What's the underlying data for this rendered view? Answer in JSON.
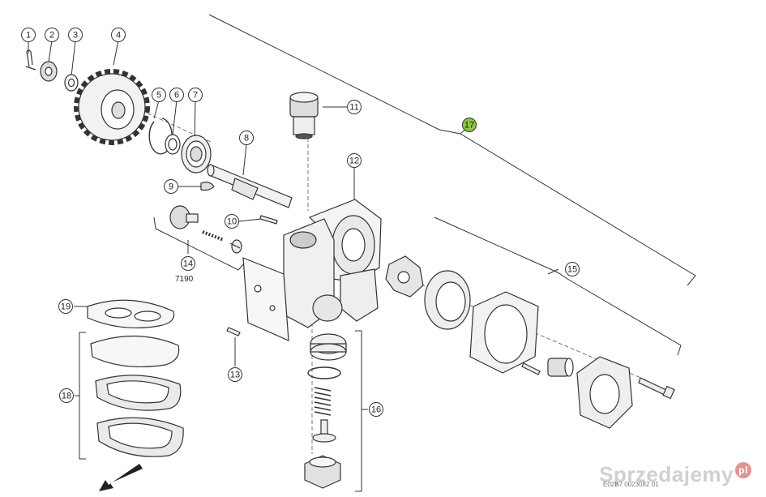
{
  "callouts": [
    {
      "id": "c1",
      "label": "1"
    },
    {
      "id": "c2",
      "label": "2"
    },
    {
      "id": "c3",
      "label": "3"
    },
    {
      "id": "c4",
      "label": "4"
    },
    {
      "id": "c5",
      "label": "5"
    },
    {
      "id": "c6",
      "label": "6"
    },
    {
      "id": "c7",
      "label": "7"
    },
    {
      "id": "c8",
      "label": "8"
    },
    {
      "id": "c9",
      "label": "9"
    },
    {
      "id": "c10",
      "label": "10"
    },
    {
      "id": "c11",
      "label": "11"
    },
    {
      "id": "c12",
      "label": "12"
    },
    {
      "id": "c13",
      "label": "13"
    },
    {
      "id": "c14",
      "label": "14"
    },
    {
      "id": "c15",
      "label": "15"
    },
    {
      "id": "c16",
      "label": "16"
    },
    {
      "id": "c17",
      "label": "17"
    },
    {
      "id": "c18",
      "label": "18"
    },
    {
      "id": "c19",
      "label": "19"
    }
  ],
  "part_14_code": "7190",
  "drawing_code": "E02B7 0023082 01",
  "watermark": {
    "text": "Sprzedajemy",
    "suffix": "pl"
  },
  "colors": {
    "highlight": "#8dc63f",
    "line": "#333333"
  }
}
